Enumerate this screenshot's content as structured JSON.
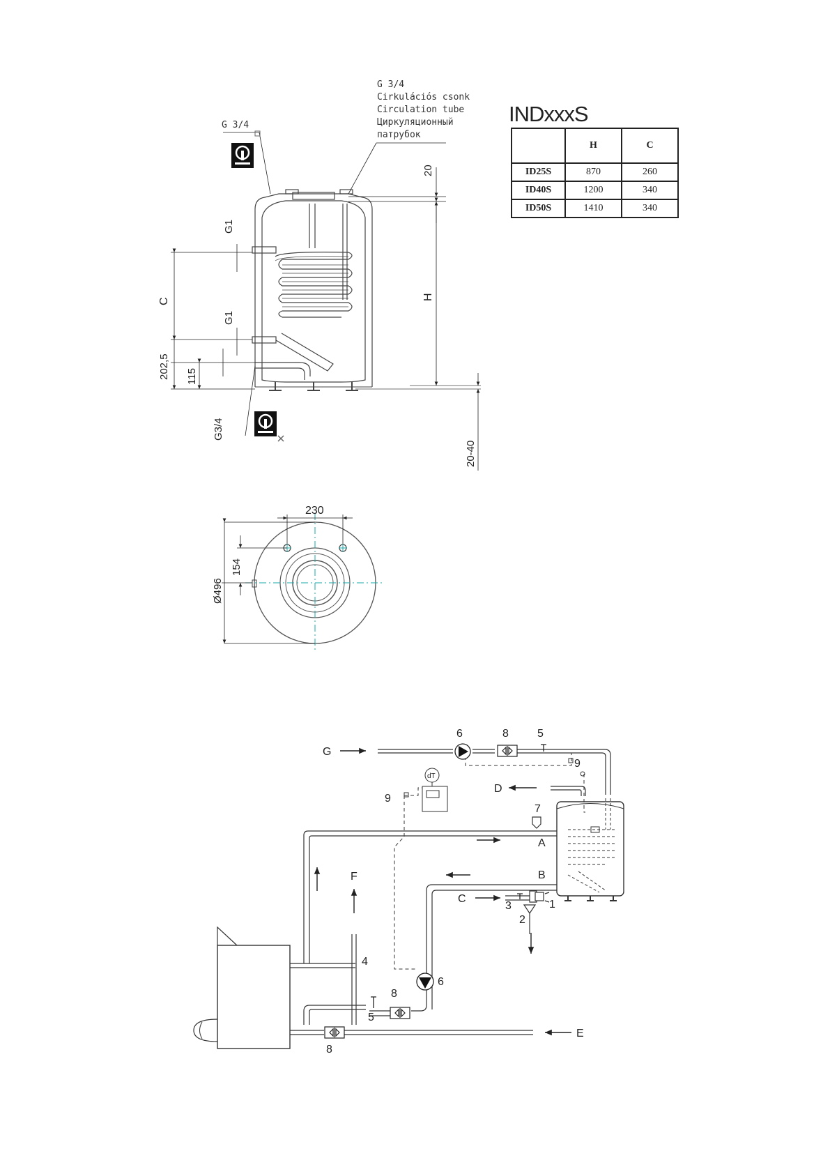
{
  "model_heading": "INDxxxS",
  "spec_table": {
    "headers": [
      "",
      "H",
      "C"
    ],
    "rows": [
      {
        "model": "ID25S",
        "H": "870",
        "C": "260"
      },
      {
        "model": "ID40S",
        "H": "1200",
        "C": "340"
      },
      {
        "model": "ID50S",
        "H": "1410",
        "C": "340"
      }
    ]
  },
  "side_view": {
    "circulation_label": [
      "G 3/4",
      "Cirkulációs csonk",
      "Circulation tube",
      "Циркуляционный",
      "патрубок"
    ],
    "anode_top_label": "G 3/4",
    "dim_top": "20",
    "dim_H": "H",
    "dim_C": "C",
    "coil_in": "G1",
    "coil_out": "G1",
    "dim_202": "202,5",
    "dim_115": "115",
    "drain": "G3/4",
    "feet": "20-40"
  },
  "top_view": {
    "dim_230": "230",
    "dim_154": "154",
    "dia": "Ø496"
  },
  "schematic": {
    "G": "G",
    "D": "D",
    "A": "A",
    "B": "B",
    "C": "C",
    "E": "E",
    "F": "F",
    "n1": "1",
    "n2": "2",
    "n3": "3",
    "n4": "4",
    "n5": "5",
    "n5b": "5",
    "n6": "6",
    "n6b": "6",
    "n7": "7",
    "n8": "8",
    "n8b": "8",
    "n8c": "8",
    "n9": "9",
    "n9b": "9",
    "dT": "dT"
  },
  "colors": {
    "line": "#222222",
    "center_line": "#1aa7a7"
  },
  "icons": [
    "anode-warning-icon",
    "drain-warning-icon",
    "pump-icon",
    "check-valve-icon",
    "controller-icon"
  ]
}
